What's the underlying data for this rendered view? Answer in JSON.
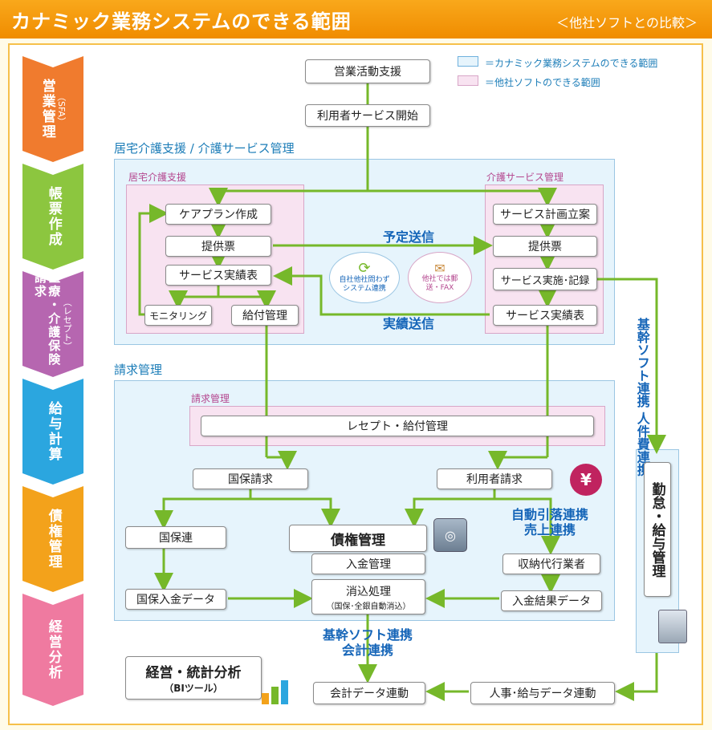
{
  "header": {
    "title": "カナミック業務システムのできる範囲",
    "subtitle": "＜他社ソフトとの比較＞"
  },
  "legend": {
    "kanamic": "＝カナミック業務システムのできる範囲",
    "other": "＝他社ソフトのできる範囲"
  },
  "tabs": [
    {
      "label": "営業管理",
      "sub": "（SFA）",
      "color": "#f07b2e"
    },
    {
      "label": "帳票作成",
      "sub": "",
      "color": "#8cc63f"
    },
    {
      "label": "医療・介護保険請求",
      "sub": "（レセプト）",
      "color": "#b666b0"
    },
    {
      "label": "給与計算",
      "sub": "",
      "color": "#2ba6df"
    },
    {
      "label": "債権管理",
      "sub": "",
      "color": "#f3a21b"
    },
    {
      "label": "経営分析",
      "sub": "",
      "color": "#ef7aa0"
    }
  ],
  "flow": {
    "sales_support": "営業活動支援",
    "service_start": "利用者サービス開始",
    "care_region": "居宅介護支援 / 介護サービス管理",
    "care_support": "居宅介護支援",
    "care_service_mgmt": "介護サービス管理",
    "care_plan": "ケアプラン作成",
    "provision_left": "提供票",
    "service_record_left": "サービス実績表",
    "monitoring": "モニタリング",
    "benefit_mgmt": "給付管理",
    "service_plan": "サービス計画立案",
    "provision_right": "提供票",
    "service_exec": "サービス実施･記録",
    "service_record_right": "サービス実績表",
    "schedule_send": "予定送信",
    "result_send": "実績送信",
    "badge_self": "自社他社問わずシステム連携",
    "badge_other": "他社では郵送・FAX",
    "billing_region": "請求管理",
    "billing_sub": "請求管理",
    "receipt": "レセプト・給付管理",
    "kokuho_claim": "国保請求",
    "user_claim": "利用者請求",
    "kokuhoren": "国保連",
    "receivables": "債権管理",
    "auto_link": "自動引落連携\n売上連携",
    "deposit_mgmt": "入金管理",
    "collection_agent": "収納代行業者",
    "reconcile": "消込処理",
    "reconcile_sub": "（国保･全銀自動消込）",
    "kokuho_deposit": "国保入金データ",
    "deposit_result": "入金結果データ",
    "hr_link": "基幹ソフト連携\n人件費連携",
    "attendance": "勤怠・給与管理",
    "acct_link": "基幹ソフト連携\n会計連携",
    "mgmt_analysis": "経営・統計分析",
    "bi": "（BIツール）",
    "acct_data": "会計データ連動",
    "hr_data": "人事･給与データ連動"
  },
  "colors": {
    "flow_line": "#76b82a",
    "region_blue": "#e6f4fc",
    "region_pink": "#f8e3f1",
    "accent_blue": "#1565b8"
  }
}
